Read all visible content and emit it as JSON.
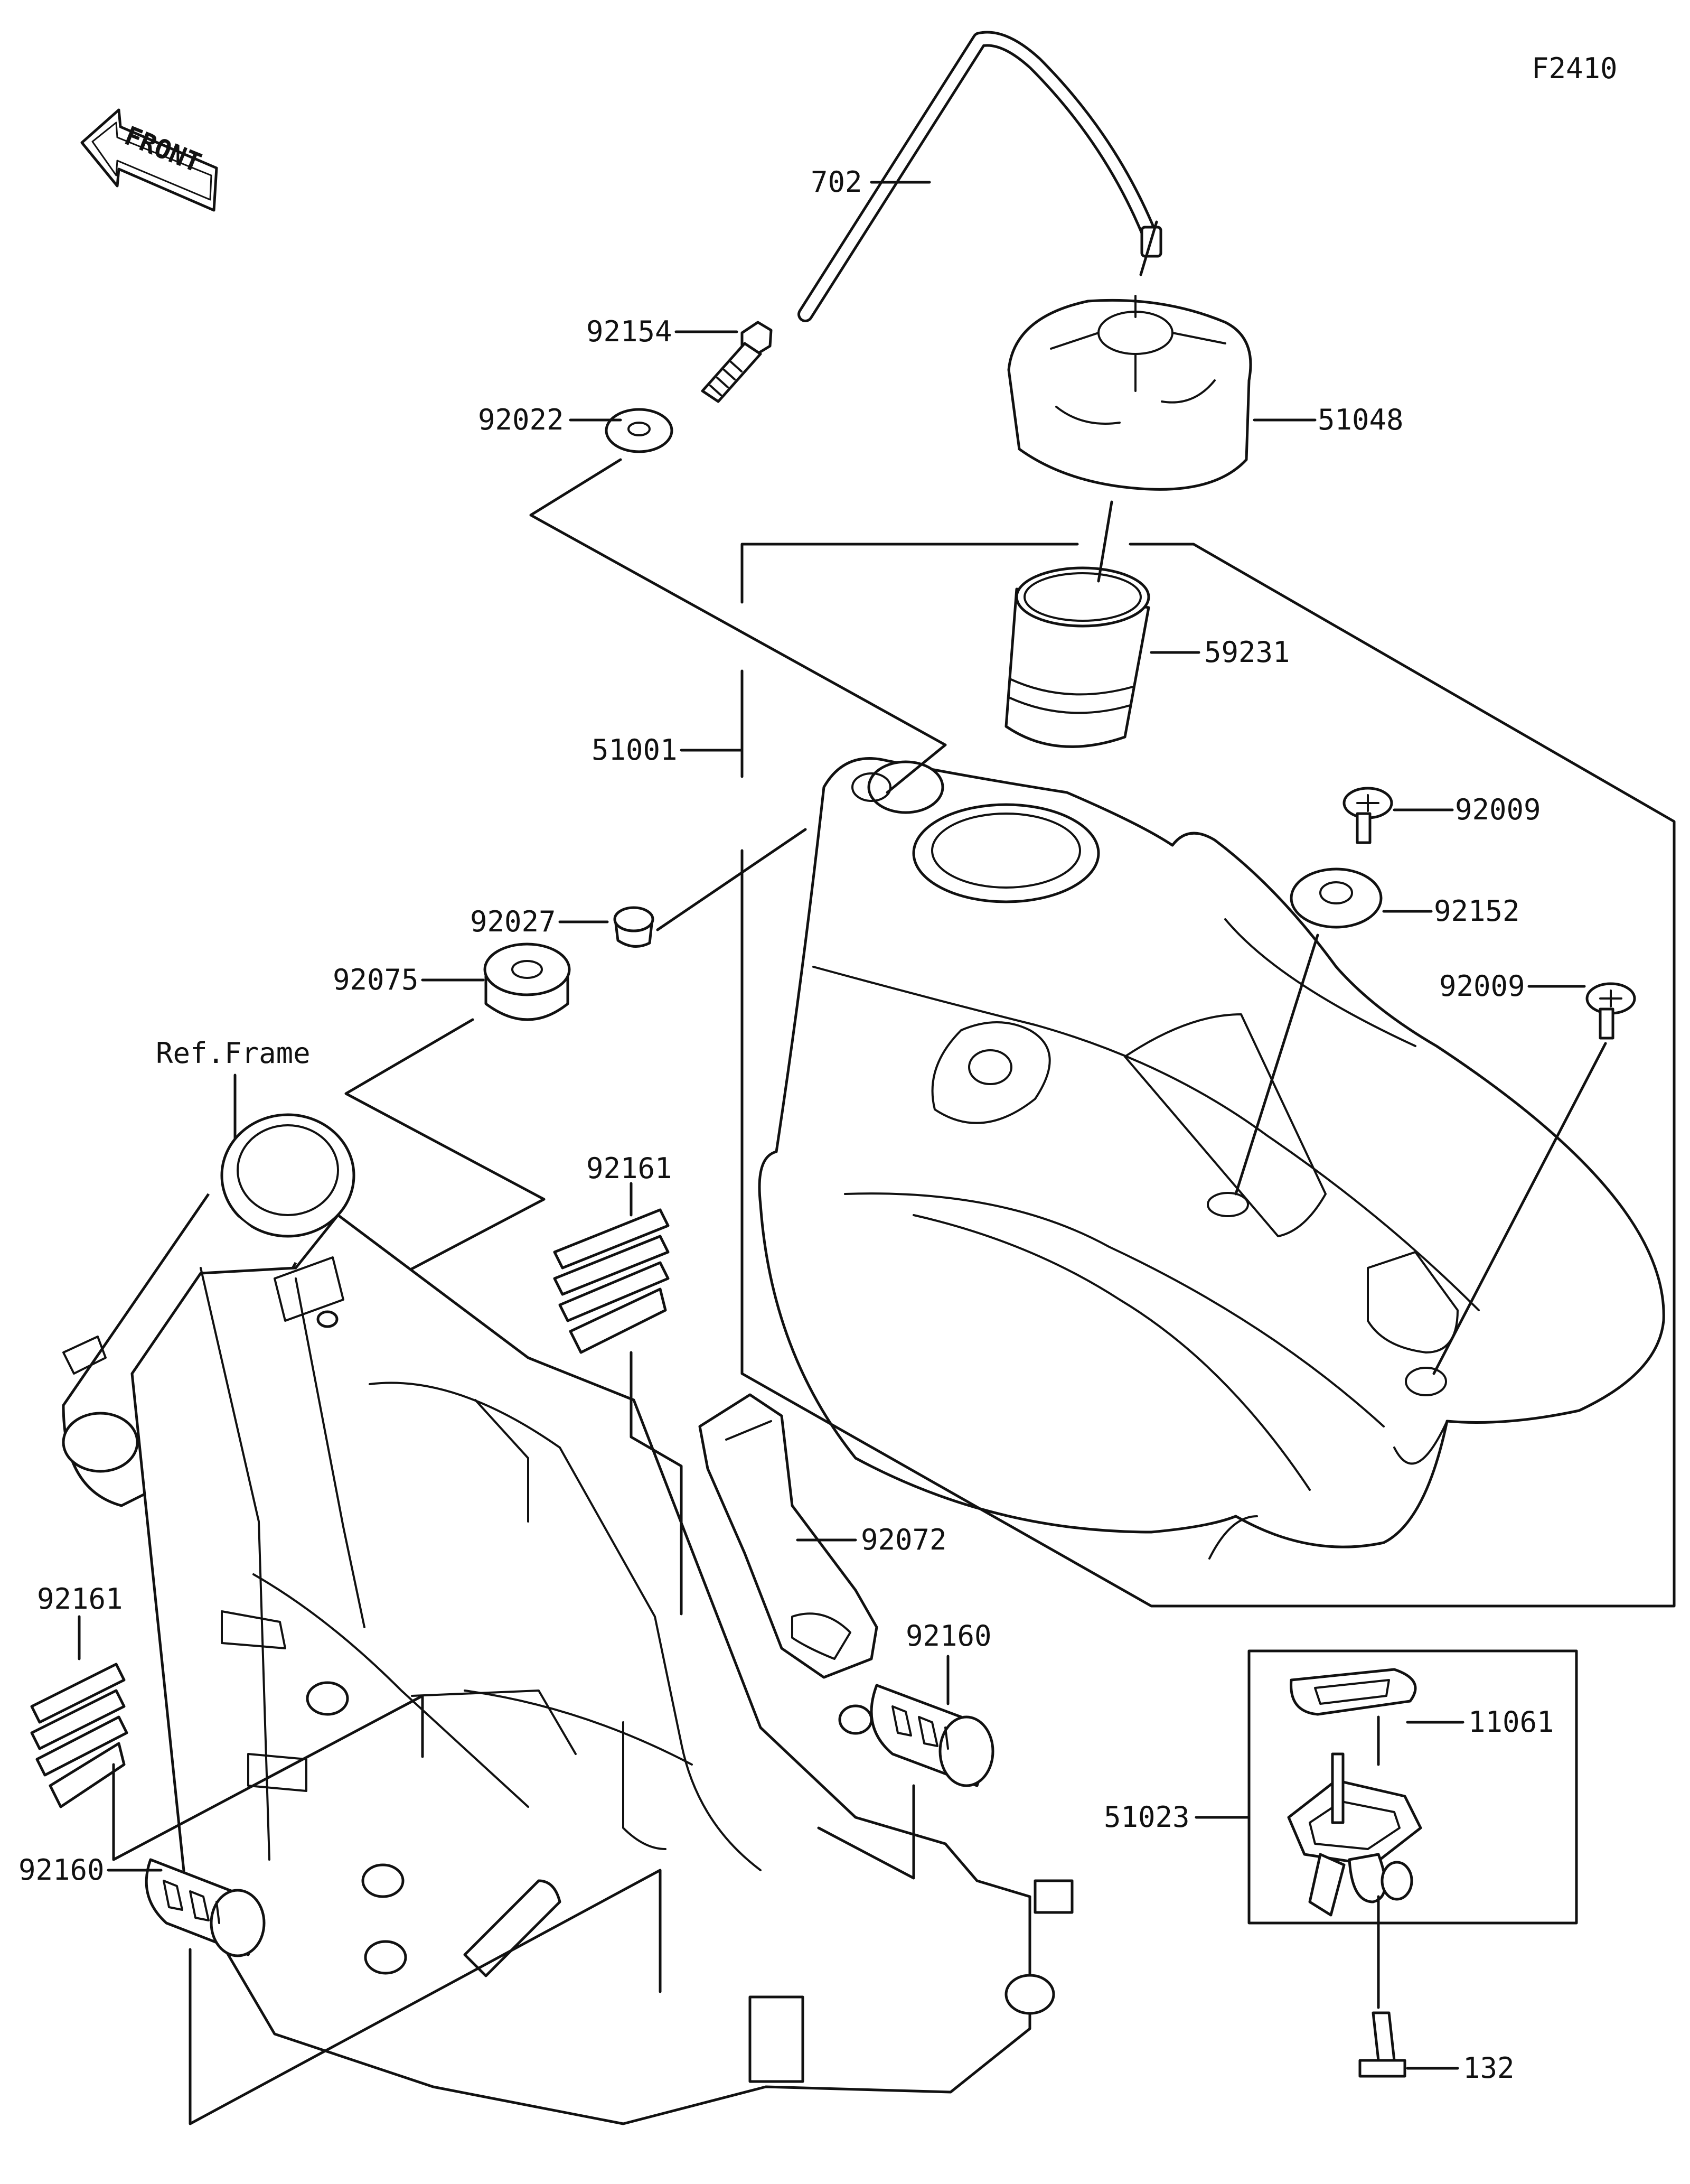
{
  "diagram_code": "F2410",
  "front_marker": "FRONT",
  "reference_label": "Ref.Frame",
  "part_numbers": {
    "p702": "702",
    "p92154": "92154",
    "p92022": "92022",
    "p51048": "51048",
    "p59231": "59231",
    "p51001": "51001",
    "p92009a": "92009",
    "p92152": "92152",
    "p92009b": "92009",
    "p92027": "92027",
    "p92075": "92075",
    "p92161a": "92161",
    "p92072": "92072",
    "p92161b": "92161",
    "p92160a": "92160",
    "p11061": "11061",
    "p51023": "51023",
    "p92160b": "92160",
    "p132": "132"
  },
  "colors": {
    "ink": "#111111",
    "paper": "#ffffff"
  }
}
